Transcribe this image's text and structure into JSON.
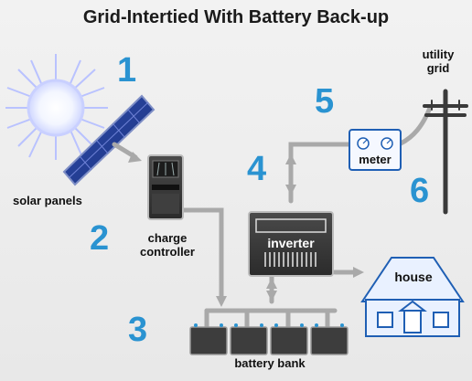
{
  "title": "Grid-Intertied With Battery Back-up",
  "components": {
    "solar_panels": "solar panels",
    "charge_controller": "charge controller",
    "inverter": "inverter",
    "meter": "meter",
    "utility_grid": "utility grid",
    "house": "house",
    "battery_bank": "battery bank"
  },
  "steps": [
    "1",
    "2",
    "3",
    "4",
    "5",
    "6"
  ],
  "colors": {
    "step_number": "#2a93d1",
    "wire": "#a9a9a9",
    "device_dark": "#3a3a3a",
    "house_outline": "#1f5fb4",
    "house_fill": "#e9f1ff",
    "meter_outline": "#1f5fb4",
    "solar_panel": "#1f3a8a",
    "sun": "#ffffff"
  },
  "icons": [
    "sun-icon",
    "solar-panel-icon",
    "charge-controller-icon",
    "inverter-icon",
    "meter-icon",
    "utility-pole-icon",
    "house-icon",
    "battery-icon"
  ]
}
